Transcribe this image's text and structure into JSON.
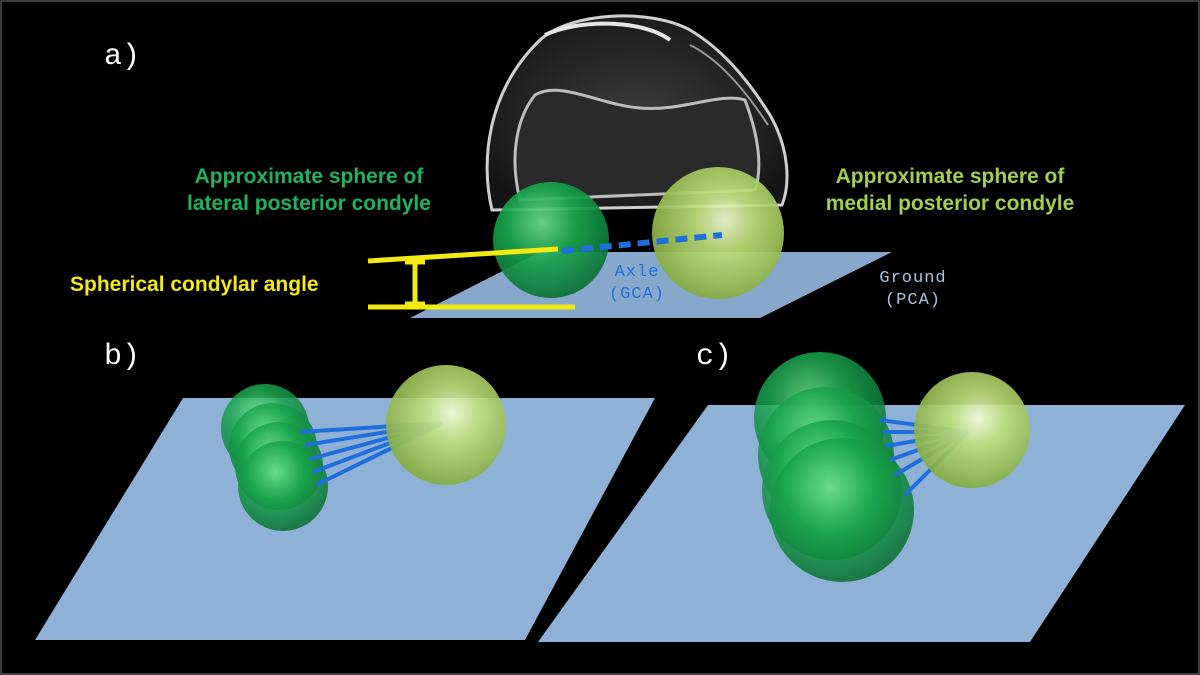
{
  "panels": {
    "a": "a)",
    "b": "b)",
    "c": "c)"
  },
  "labels": {
    "lateral_sphere_line1": "Approximate sphere of",
    "lateral_sphere_line2": "lateral posterior condyle",
    "medial_sphere_line1": "Approximate sphere of",
    "medial_sphere_line2": "medial posterior condyle",
    "angle": "Spherical condylar angle",
    "axle_line1": "Axle",
    "axle_line2": "(GCA)",
    "ground_line1": "Ground",
    "ground_line2": "(PCA)"
  },
  "colors": {
    "background": "#000000",
    "lateral_sphere": "#13a24b",
    "medial_sphere": "#a9d35c",
    "lateral_text": "#1fb45c",
    "medial_text": "#9fd04f",
    "angle": "#f2ea10",
    "axle": "#1e6fdc",
    "ground_plane": "#8fb1d6"
  }
}
